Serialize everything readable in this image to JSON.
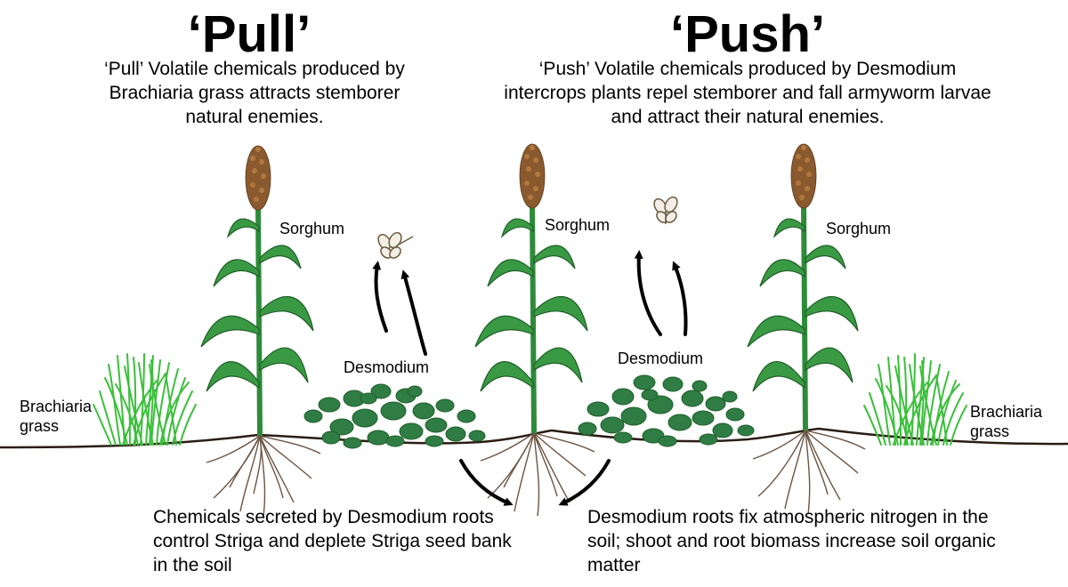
{
  "headings": {
    "pull": "‘Pull’",
    "push": "‘Push’"
  },
  "captions": {
    "pull_volatiles": "‘Pull’  Volatile chemicals produced by Brachiaria grass attracts stemborer natural enemies.",
    "push_volatiles": "‘Push’ Volatile chemicals produced by Desmodium intercrops plants repel stemborer and fall armyworm larvae and attract their natural enemies.",
    "root_chemicals": "Chemicals secreted by Desmodium roots control Striga and deplete Striga seed bank in the soil",
    "nitrogen_fixation": "Desmodium roots fix atmospheric nitrogen in the soil; shoot and root biomass increase soil organic matter"
  },
  "labels": {
    "sorghum_left": "Sorghum",
    "sorghum_middle": "Sorghum",
    "sorghum_right": "Sorghum",
    "desmodium_left": "Desmodium",
    "desmodium_right": "Desmodium",
    "brachiaria_left": "Brachiaria grass",
    "brachiaria_right": "Brachiaria grass"
  },
  "colors": {
    "stem": "#2e8b3a",
    "leaf": "#3a9a44",
    "leaf_outline": "#1f5e28",
    "panicle": "#8a5a2e",
    "desmodium": "#2f7d45",
    "grass": "#3bbf3b",
    "soil_line": "#2b1d14",
    "root": "#6b5444",
    "arrow": "#000000"
  },
  "icons": [
    "sorghum-plant-icon",
    "desmodium-icon",
    "brachiaria-grass-icon",
    "insect-icon",
    "arrow-icon",
    "root-icon"
  ]
}
